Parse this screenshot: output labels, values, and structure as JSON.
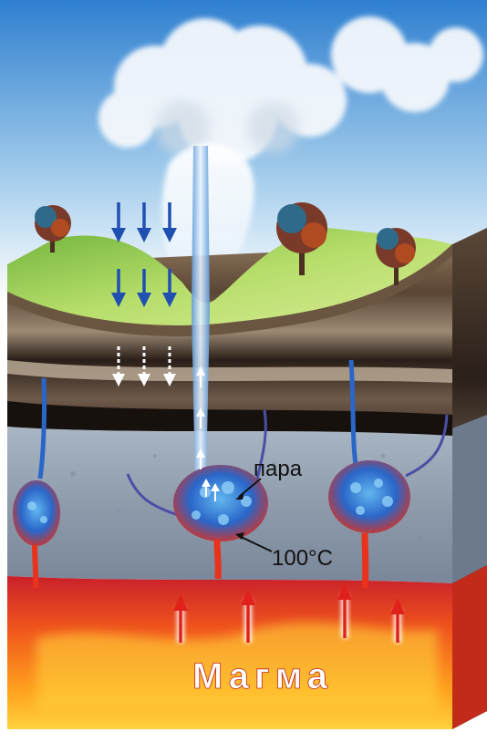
{
  "labels": {
    "steam": "пара",
    "temperature": "100°C",
    "magma": "Магма"
  },
  "colors": {
    "sky_top": "#2f7fd0",
    "grass": "#8cc63f",
    "soil_dark": "#3a2a20",
    "rock": "#9aa7b6",
    "magma_red": "#e8321c",
    "magma_yellow": "#ffd23a",
    "rain_arrow": "#1f4fb0",
    "heat_arrow": "#e0211b",
    "water": "#2a66c8"
  }
}
